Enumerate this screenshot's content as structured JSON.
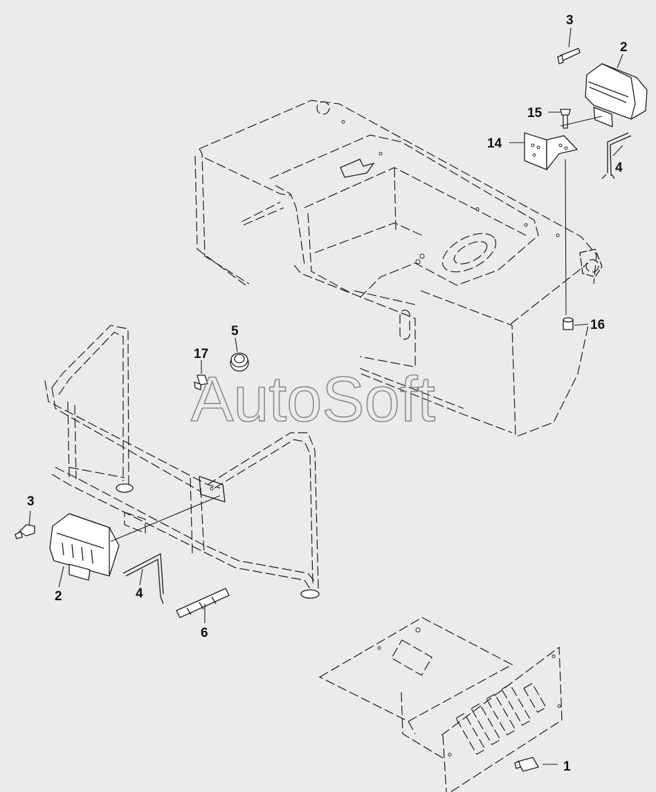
{
  "watermark": "AutoSoft",
  "callouts": [
    {
      "id": "c3-top",
      "text": "3"
    },
    {
      "id": "c2-top",
      "text": "2"
    },
    {
      "id": "c15",
      "text": "15"
    },
    {
      "id": "c14",
      "text": "14"
    },
    {
      "id": "c4-top",
      "text": "4"
    },
    {
      "id": "c16",
      "text": "16"
    },
    {
      "id": "c5",
      "text": "5"
    },
    {
      "id": "c17",
      "text": "17"
    },
    {
      "id": "c3-left",
      "text": "3"
    },
    {
      "id": "c2-left",
      "text": "2"
    },
    {
      "id": "c4-left",
      "text": "4"
    },
    {
      "id": "c6",
      "text": "6"
    },
    {
      "id": "c1",
      "text": "1"
    }
  ]
}
